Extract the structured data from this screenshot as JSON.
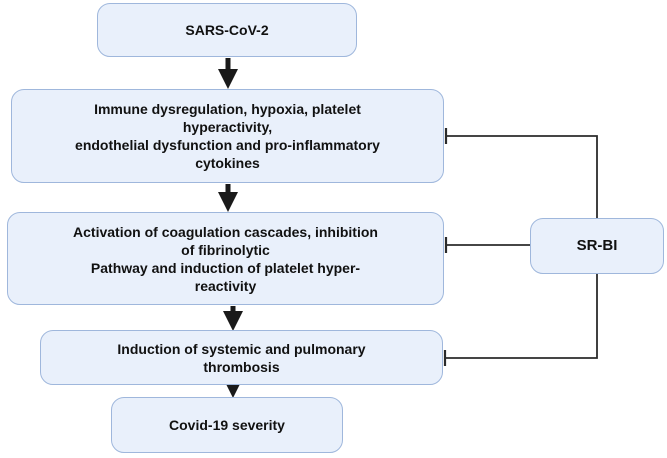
{
  "nodes": {
    "sars": {
      "lines": [
        "SARS-CoV-2"
      ]
    },
    "immune": {
      "lines": [
        "Immune dysregulation, hypoxia, platelet",
        "hyperactivity,",
        "endothelial dysfunction and pro-inflammatory",
        "cytokines"
      ]
    },
    "coagulation": {
      "lines": [
        "Activation of coagulation cascades, inhibition",
        "of fibrinolytic",
        "Pathway and induction of platelet hyper-",
        "reactivity"
      ]
    },
    "thrombosis": {
      "lines": [
        "Induction of systemic and pulmonary",
        "thrombosis"
      ]
    },
    "covid": {
      "lines": [
        "Covid-19 severity"
      ]
    },
    "srbi": {
      "lines": [
        "SR-BI"
      ]
    }
  },
  "edges": [
    {
      "from": "sars",
      "to": "immune",
      "kind": "activates"
    },
    {
      "from": "immune",
      "to": "coagulation",
      "kind": "activates"
    },
    {
      "from": "coagulation",
      "to": "thrombosis",
      "kind": "activates"
    },
    {
      "from": "thrombosis",
      "to": "covid",
      "kind": "activates"
    },
    {
      "from": "srbi",
      "to": "immune",
      "kind": "inhibits"
    },
    {
      "from": "srbi",
      "to": "coagulation",
      "kind": "inhibits"
    },
    {
      "from": "srbi",
      "to": "thrombosis",
      "kind": "inhibits"
    }
  ],
  "colors": {
    "box_fill": "#e9f0fb",
    "box_border": "#9fb7dc",
    "arrow": "#1a1a1a",
    "inhibitor": "#2b2b2b"
  }
}
